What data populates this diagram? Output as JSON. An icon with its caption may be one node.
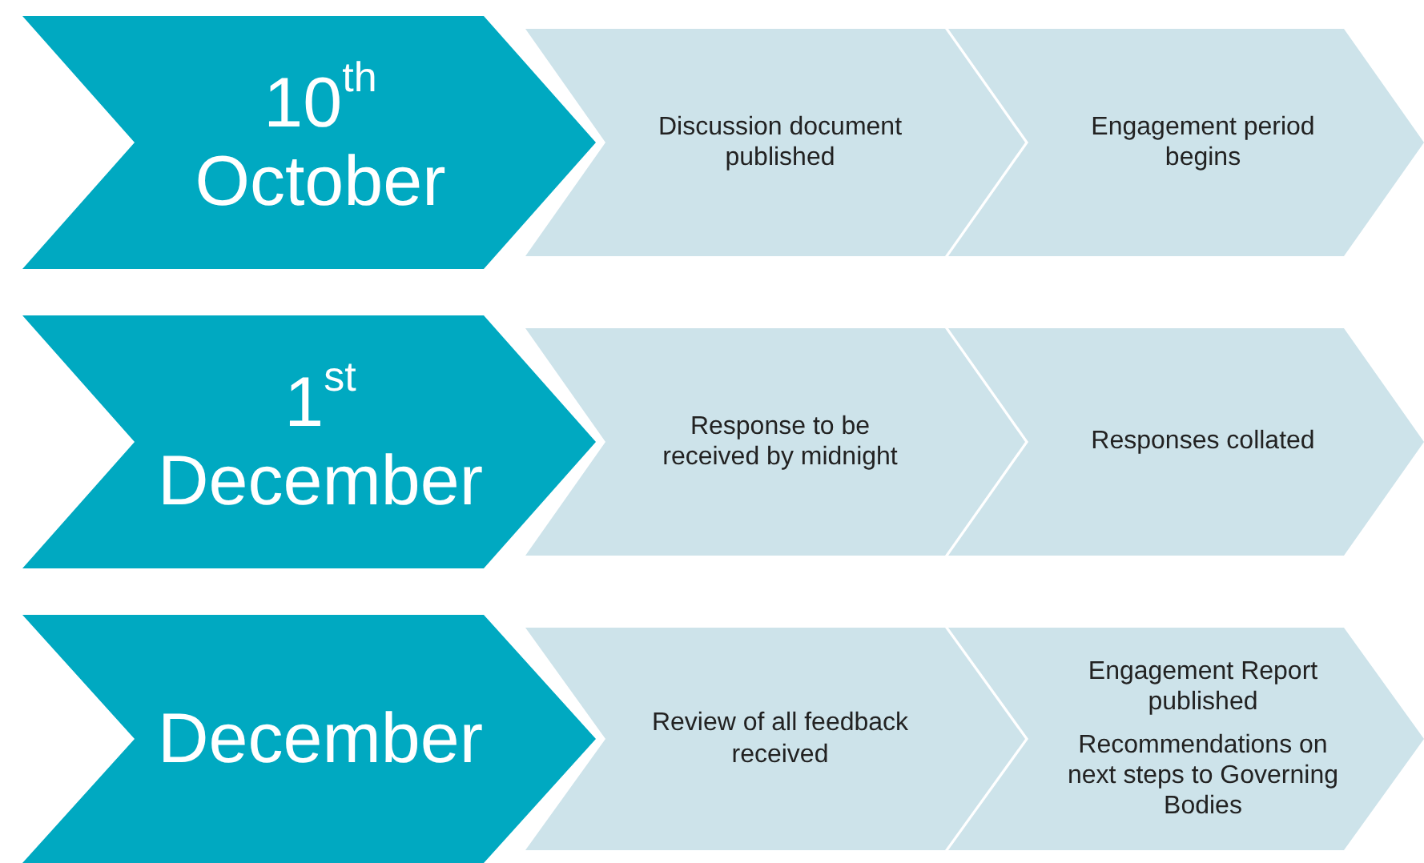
{
  "diagram": {
    "nodes": [
      {
        "text": [
          "10$^{th}$ October"
        ]
      },
      {
        "text": [
          "Discussion document published"
        ]
      },
      {
        "text": [
          "Engagement period begins"
        ]
      },
      {
        "text": [
          "1$^{st}$ December"
        ]
      },
      {
        "text": [
          "Response to be received by midnight"
        ]
      },
      {
        "text": [
          "Responses collated"
        ]
      },
      {
        "text": [
          "December"
        ]
      },
      {
        "text": [
          "Review of all feedback received"
        ]
      },
      {
        "text": [
          "Engagement Report published",
          "Recommendations on next steps to Governing Bodies"
        ]
      }
    ]
  }
}
